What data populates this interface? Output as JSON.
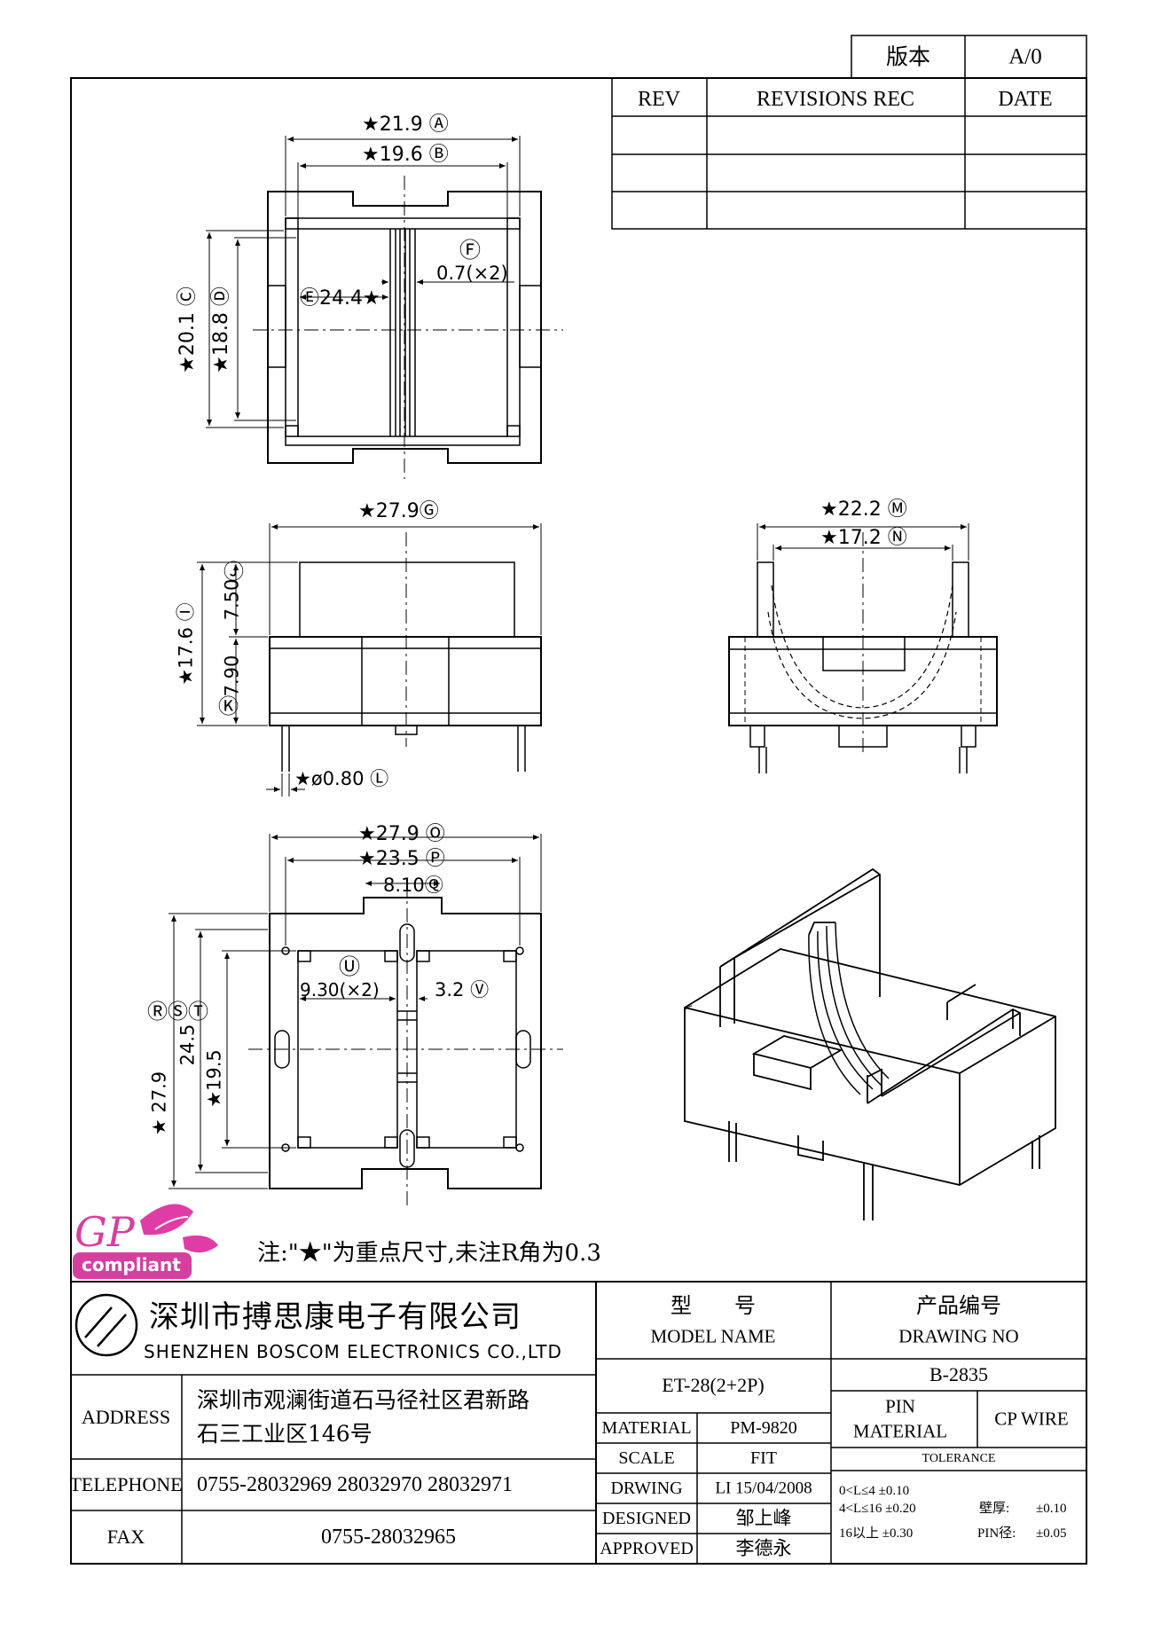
{
  "version_box": {
    "label": "版本",
    "value": "A/0"
  },
  "revisions": {
    "col_rev": "REV",
    "col_rec": "REVISIONS REC",
    "col_date": "DATE"
  },
  "dims": {
    "A": "21.9",
    "B": "19.6",
    "C": "20.1",
    "D": "18.8",
    "E": "24.4",
    "F": "0.7(×2)",
    "G": "27.9",
    "I": "17.6",
    "J": "7.50",
    "K": "7.90",
    "L": "ø0.80",
    "M": "22.2",
    "N": "17.2",
    "O": "27.9",
    "P": "23.5",
    "Q": "8.10",
    "R": "27.9",
    "S": "24.5",
    "T": "19.5",
    "U": "9.30(×2)",
    "V": "3.2"
  },
  "note": "注:\"★\"为重点尺寸,未注R角为0.3",
  "gp_logo": {
    "gp": "GP",
    "compliant": "compliant"
  },
  "company": {
    "name_cn": "深圳市搏思康电子有限公司",
    "name_en": "SHENZHEN BOSCOM ELECTRONICS CO.,LTD"
  },
  "title_block": {
    "model_label_cn": "型　　号",
    "model_label_en": "MODEL NAME",
    "model_value": "ET-28(2+2P)",
    "drawing_label_cn": "产品编号",
    "drawing_label_en": "DRAWING NO",
    "drawing_value": "B-2835",
    "address_label": "ADDRESS",
    "address_line1": "深圳市观澜街道石马径社区君新路",
    "address_line2": "石三工业区146号",
    "telephone_label": "TELEPHONE",
    "telephone_value": "0755-28032969 28032970 28032971",
    "fax_label": "FAX",
    "fax_value": "0755-28032965",
    "material_label": "MATERIAL",
    "material_value": "PM-9820",
    "scale_label": "SCALE",
    "scale_value": "FIT",
    "drwing_label": "DRWING",
    "drwing_value": "LI 15/04/2008",
    "designed_label": "DESIGNED",
    "designed_value": "邹上峰",
    "approved_label": "APPROVED",
    "approved_value": "李德永",
    "pin_label_1": "PIN",
    "pin_label_2": "MATERIAL",
    "pin_value": "CP WIRE",
    "tolerance_label": "TOLERANCE",
    "tol_1": "0<L≤4  ±0.10",
    "tol_2": "4<L≤16 ±0.20",
    "tol_3": "16以上   ±0.30",
    "wall_label": "壁厚:",
    "wall_value": "±0.10",
    "pin_dia_label": "PIN径:",
    "pin_dia_value": "±0.05"
  }
}
